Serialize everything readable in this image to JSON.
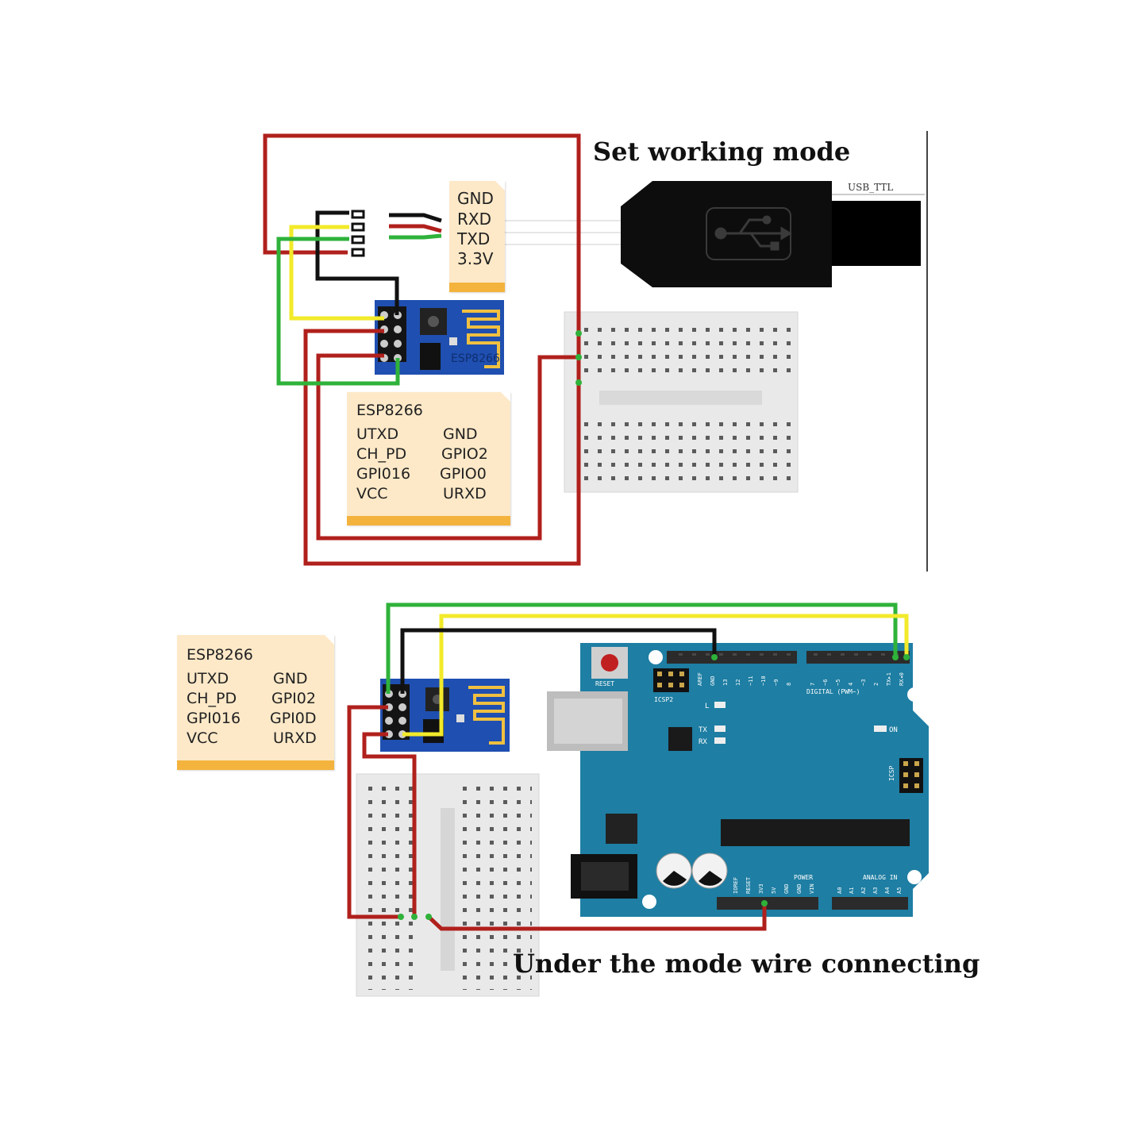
{
  "top_panel": {
    "title": "Set working mode",
    "usb_label": "USB_TTL",
    "usb_pins": [
      "GND",
      "RXD",
      "TXD",
      "3.3V"
    ],
    "pinout_title": "ESP8266",
    "pinout_left": [
      "UTXD",
      "CH_PD",
      "GPI016",
      "VCC"
    ],
    "pinout_right": [
      "GND",
      "GPIO2",
      "GPIO0",
      "URXD"
    ],
    "module_silk": "ESP8266"
  },
  "bottom_panel": {
    "title": "Under the mode wire connecting",
    "pinout_title": "ESP8266",
    "pinout_left": [
      "UTXD",
      "CH_PD",
      "GPI016",
      "VCC"
    ],
    "pinout_right": [
      "GND",
      "GPI02",
      "GPI0D",
      "URXD"
    ],
    "arduino": {
      "reset_label": "RESET",
      "icsp2_label": "ICSP2",
      "icsp_label": "ICSP",
      "led_l": "L",
      "led_tx": "TX",
      "led_rx": "RX",
      "led_on": "ON",
      "digital_label": "DIGITAL (PWM~)",
      "power_label": "POWER",
      "analog_label": "ANALOG IN",
      "digital_pins": [
        "AREF",
        "GND",
        "13",
        "12",
        "~11",
        "~10",
        "~9",
        "8",
        "7",
        "~6",
        "~5",
        "4",
        "~3",
        "2",
        "TX▸1",
        "RX◂0"
      ],
      "power_pins": [
        "IOREF",
        "RESET",
        "3V3",
        "5V",
        "GND",
        "GND",
        "VIN"
      ],
      "analog_pins": [
        "A0",
        "A1",
        "A2",
        "A3",
        "A4",
        "A5"
      ]
    }
  },
  "colors": {
    "wire_red": "#b0201c",
    "wire_black": "#111111",
    "wire_green": "#2fb23a",
    "wire_yellow": "#f2ea2a",
    "module_blue": "#1f4fb0",
    "board_teal": "#1e7ea3",
    "note_bg": "#fde9c8",
    "note_bar": "#f3b33d"
  },
  "icons": [
    "usb-plug-icon",
    "usb-symbol-icon",
    "esp8266-module-icon",
    "breadboard-icon",
    "arduino-board-icon",
    "reset-button-icon",
    "capacitor-icon",
    "dc-jack-icon"
  ]
}
